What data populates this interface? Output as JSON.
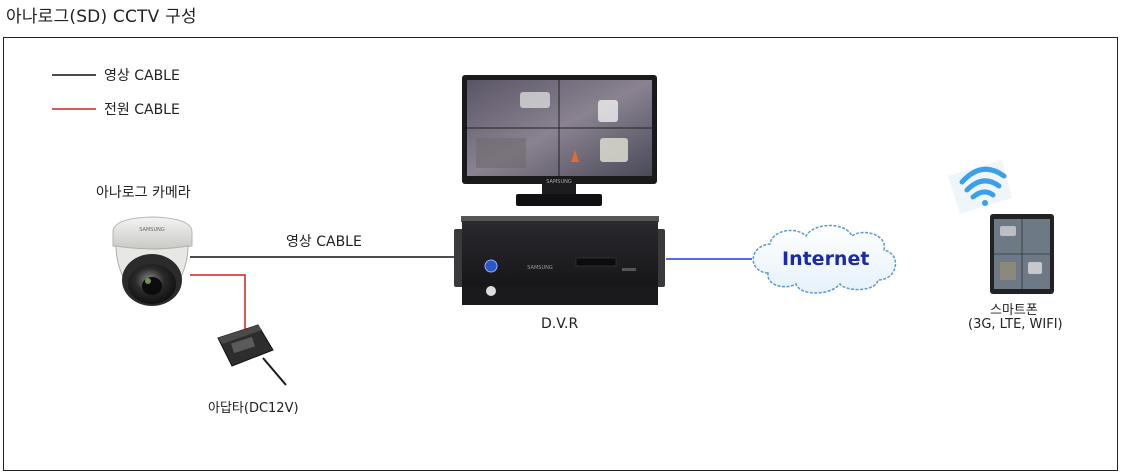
{
  "title": "아나로그(SD) CCTV 구성",
  "legend": {
    "video": {
      "label": "영상 CABLE",
      "color": "#111111"
    },
    "power": {
      "label": "전원 CABLE",
      "color": "#d42020"
    }
  },
  "devices": {
    "camera": {
      "label": "아나로그 카메라",
      "brand": "SAMSUNG"
    },
    "adapter": {
      "label": "아답타(DC12V)"
    },
    "dvr": {
      "label": "D.V.R",
      "brand": "SAMSUNG"
    },
    "monitor": {
      "brand": "SAMSUNG"
    },
    "internet": {
      "label": "Internet"
    },
    "smartphone": {
      "label": "스마트폰",
      "sublabel": "(3G, LTE, WIFI)"
    }
  },
  "links": {
    "camera_dvr": {
      "label": "영상 CABLE"
    },
    "dvr_internet": {
      "color": "#1f3fd0"
    }
  },
  "colors": {
    "frame": "#222222",
    "internet_text": "#1a2aa8",
    "wifi": "#3aa0e8"
  }
}
